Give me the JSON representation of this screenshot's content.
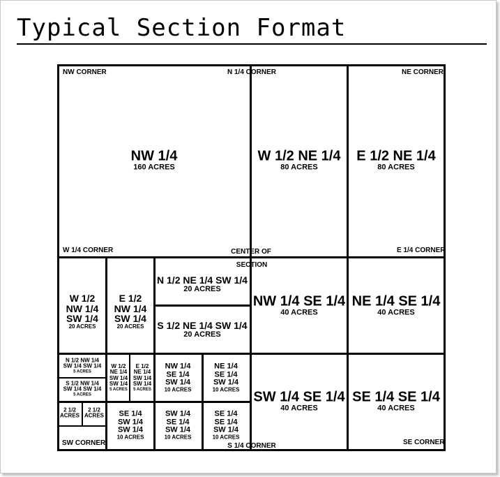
{
  "title": "Typical Section Format",
  "corners": {
    "nw": "NW CORNER",
    "n14": "N 1/4 CORNER",
    "ne": "NE CORNER",
    "w14": "W 1/4 CORNER",
    "center": "CENTER OF",
    "center2": "SECTION",
    "e14": "E 1/4 CORNER",
    "sw": "SW CORNER",
    "s14": "S 1/4 CORNER",
    "se": "SE CORNER"
  },
  "parcels": {
    "nw": {
      "name": "NW 1/4",
      "acres": "160 ACRES"
    },
    "w_ne": {
      "name": "W 1/2 NE 1/4",
      "acres": "80 ACRES"
    },
    "e_ne": {
      "name": "E 1/2 NE 1/4",
      "acres": "80 ACRES"
    },
    "w_nw_sw": {
      "l1": "W 1/2",
      "l2": "NW 1/4",
      "l3": "SW 1/4",
      "acres": "20 ACRES"
    },
    "e_nw_sw": {
      "l1": "E 1/2",
      "l2": "NW 1/4",
      "l3": "SW 1/4",
      "acres": "20 ACRES"
    },
    "n_ne_sw": {
      "name": "N 1/2 NE 1/4 SW 1/4",
      "acres": "20 ACRES"
    },
    "s_ne_sw": {
      "name": "S 1/2 NE 1/4 SW 1/4",
      "acres": "20 ACRES"
    },
    "nw_se": {
      "name": "NW 1/4 SE 1/4",
      "acres": "40 ACRES"
    },
    "ne_se": {
      "name": "NE 1/4 SE 1/4",
      "acres": "40 ACRES"
    },
    "n_nw_sw_sw": {
      "l1": "N 1/2 NW 1/4",
      "l2": "SW 1/4 SW 1/4",
      "acres": "5 ACRES"
    },
    "s_nw_sw_sw": {
      "l1": "S 1/2 NW 1/4",
      "l2": "SW 1/4 SW 1/4",
      "acres": "5 ACRES"
    },
    "w_ne_sw_sw": {
      "l1": "W 1/2",
      "l2": "NE 1/4",
      "l3": "SW 1/4",
      "l4": "SW 1/4",
      "acres": "5 ACRES"
    },
    "e_ne_sw_sw": {
      "l1": "E 1/2",
      "l2": "NE 1/4",
      "l3": "SW 1/4",
      "l4": "SW 1/4",
      "acres": "5 ACRES"
    },
    "nw_ne_sw": {
      "l1": "NW 1/4",
      "l2": "SE 1/4",
      "l3": "SW 1/4",
      "acres": "10 ACRES"
    },
    "ne_ne_sw": {
      "l1": "NE 1/4",
      "l2": "SE 1/4",
      "l3": "SW 1/4",
      "acres": "10 ACRES"
    },
    "acre_a": {
      "l1": "2 1/2",
      "l2": "ACRES"
    },
    "acre_b": {
      "l1": "2 1/2",
      "l2": "ACRES"
    },
    "se_sw_sw": {
      "l1": "SE 1/4",
      "l2": "SW 1/4",
      "l3": "SW 1/4",
      "acres": "10 ACRES"
    },
    "sw_se_sw": {
      "l1": "SW 1/4",
      "l2": "SE 1/4",
      "l3": "SW 1/4",
      "acres": "10 ACRES"
    },
    "se_se_sw": {
      "l1": "SE 1/4",
      "l2": "SE 1/4",
      "l3": "SW 1/4",
      "acres": "10 ACRES"
    },
    "sw_se": {
      "name": "SW 1/4 SE 1/4",
      "acres": "40 ACRES"
    },
    "se_se": {
      "name": "SE 1/4 SE 1/4",
      "acres": "40 ACRES"
    }
  }
}
